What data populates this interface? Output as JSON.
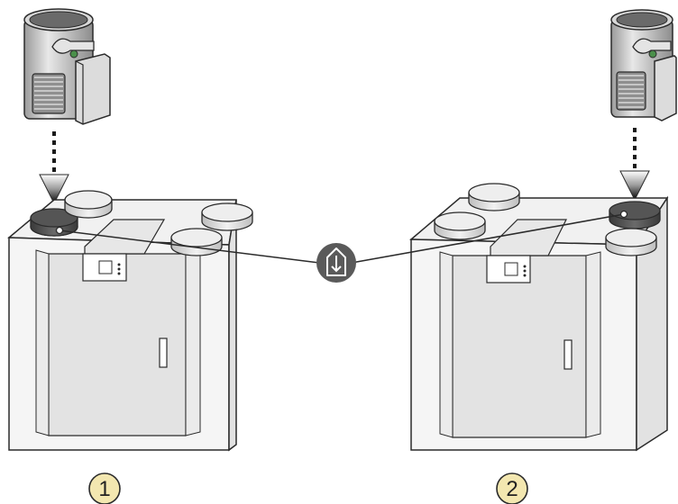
{
  "diagram": {
    "units": [
      {
        "number": "1",
        "connection_side": "left"
      },
      {
        "number": "2",
        "connection_side": "right"
      }
    ],
    "center_symbol": {
      "icon": "duct-connection-arrow-icon"
    },
    "colors": {
      "outline": "#2b2b2b",
      "panel_light": "#f4f4f4",
      "panel_mid": "#e6e6e6",
      "panel_dark": "#d2d2d2",
      "highlight_collar": "#4a4a4a",
      "symbol_fill": "#5a5a5a"
    }
  }
}
